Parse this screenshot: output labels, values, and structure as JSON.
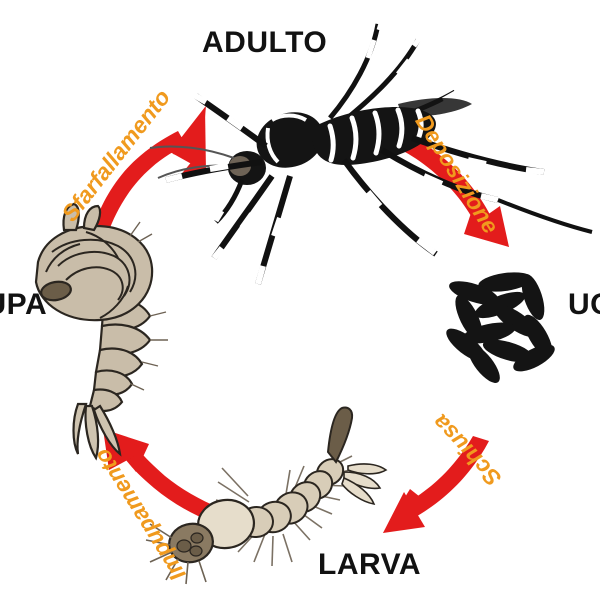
{
  "diagram": {
    "title_subject": "mosquito-life-cycle",
    "background_color": "#ffffff",
    "accent_arrow_color": "#e31c1c",
    "accent_label_color": "#f09a1e",
    "stage_label_color": "#121212",
    "illustration_body_color": "#c9bda9",
    "illustration_dark_color": "#1a1a1a"
  },
  "stages": [
    {
      "id": "adulto",
      "label": "ADULTO",
      "position": "top",
      "illustration": "adult-mosquito-icon"
    },
    {
      "id": "uova",
      "label": "UOVA",
      "position": "right",
      "illustration": "eggs-cluster-icon",
      "clipped": true
    },
    {
      "id": "larva",
      "label": "LARVA",
      "position": "bottom",
      "illustration": "larva-icon"
    },
    {
      "id": "pupa",
      "label": "PUPA",
      "position": "left",
      "illustration": "pupa-icon",
      "clipped": true
    }
  ],
  "transitions": [
    {
      "id": "sfarfallamento",
      "label": "Sfarfallamento",
      "from": "pupa",
      "to": "adulto",
      "direction": "up-right"
    },
    {
      "id": "deposizione",
      "label": "Deposizione",
      "from": "adulto",
      "to": "uova",
      "direction": "down-right"
    },
    {
      "id": "schiusa",
      "label": "Schiusa",
      "from": "uova",
      "to": "larva",
      "direction": "down-left"
    },
    {
      "id": "impupamento",
      "label": "Impupamento",
      "from": "larva",
      "to": "pupa",
      "direction": "up-left"
    }
  ],
  "eggs": {
    "count": 12,
    "color": "#141414",
    "shape": "ellipse"
  }
}
